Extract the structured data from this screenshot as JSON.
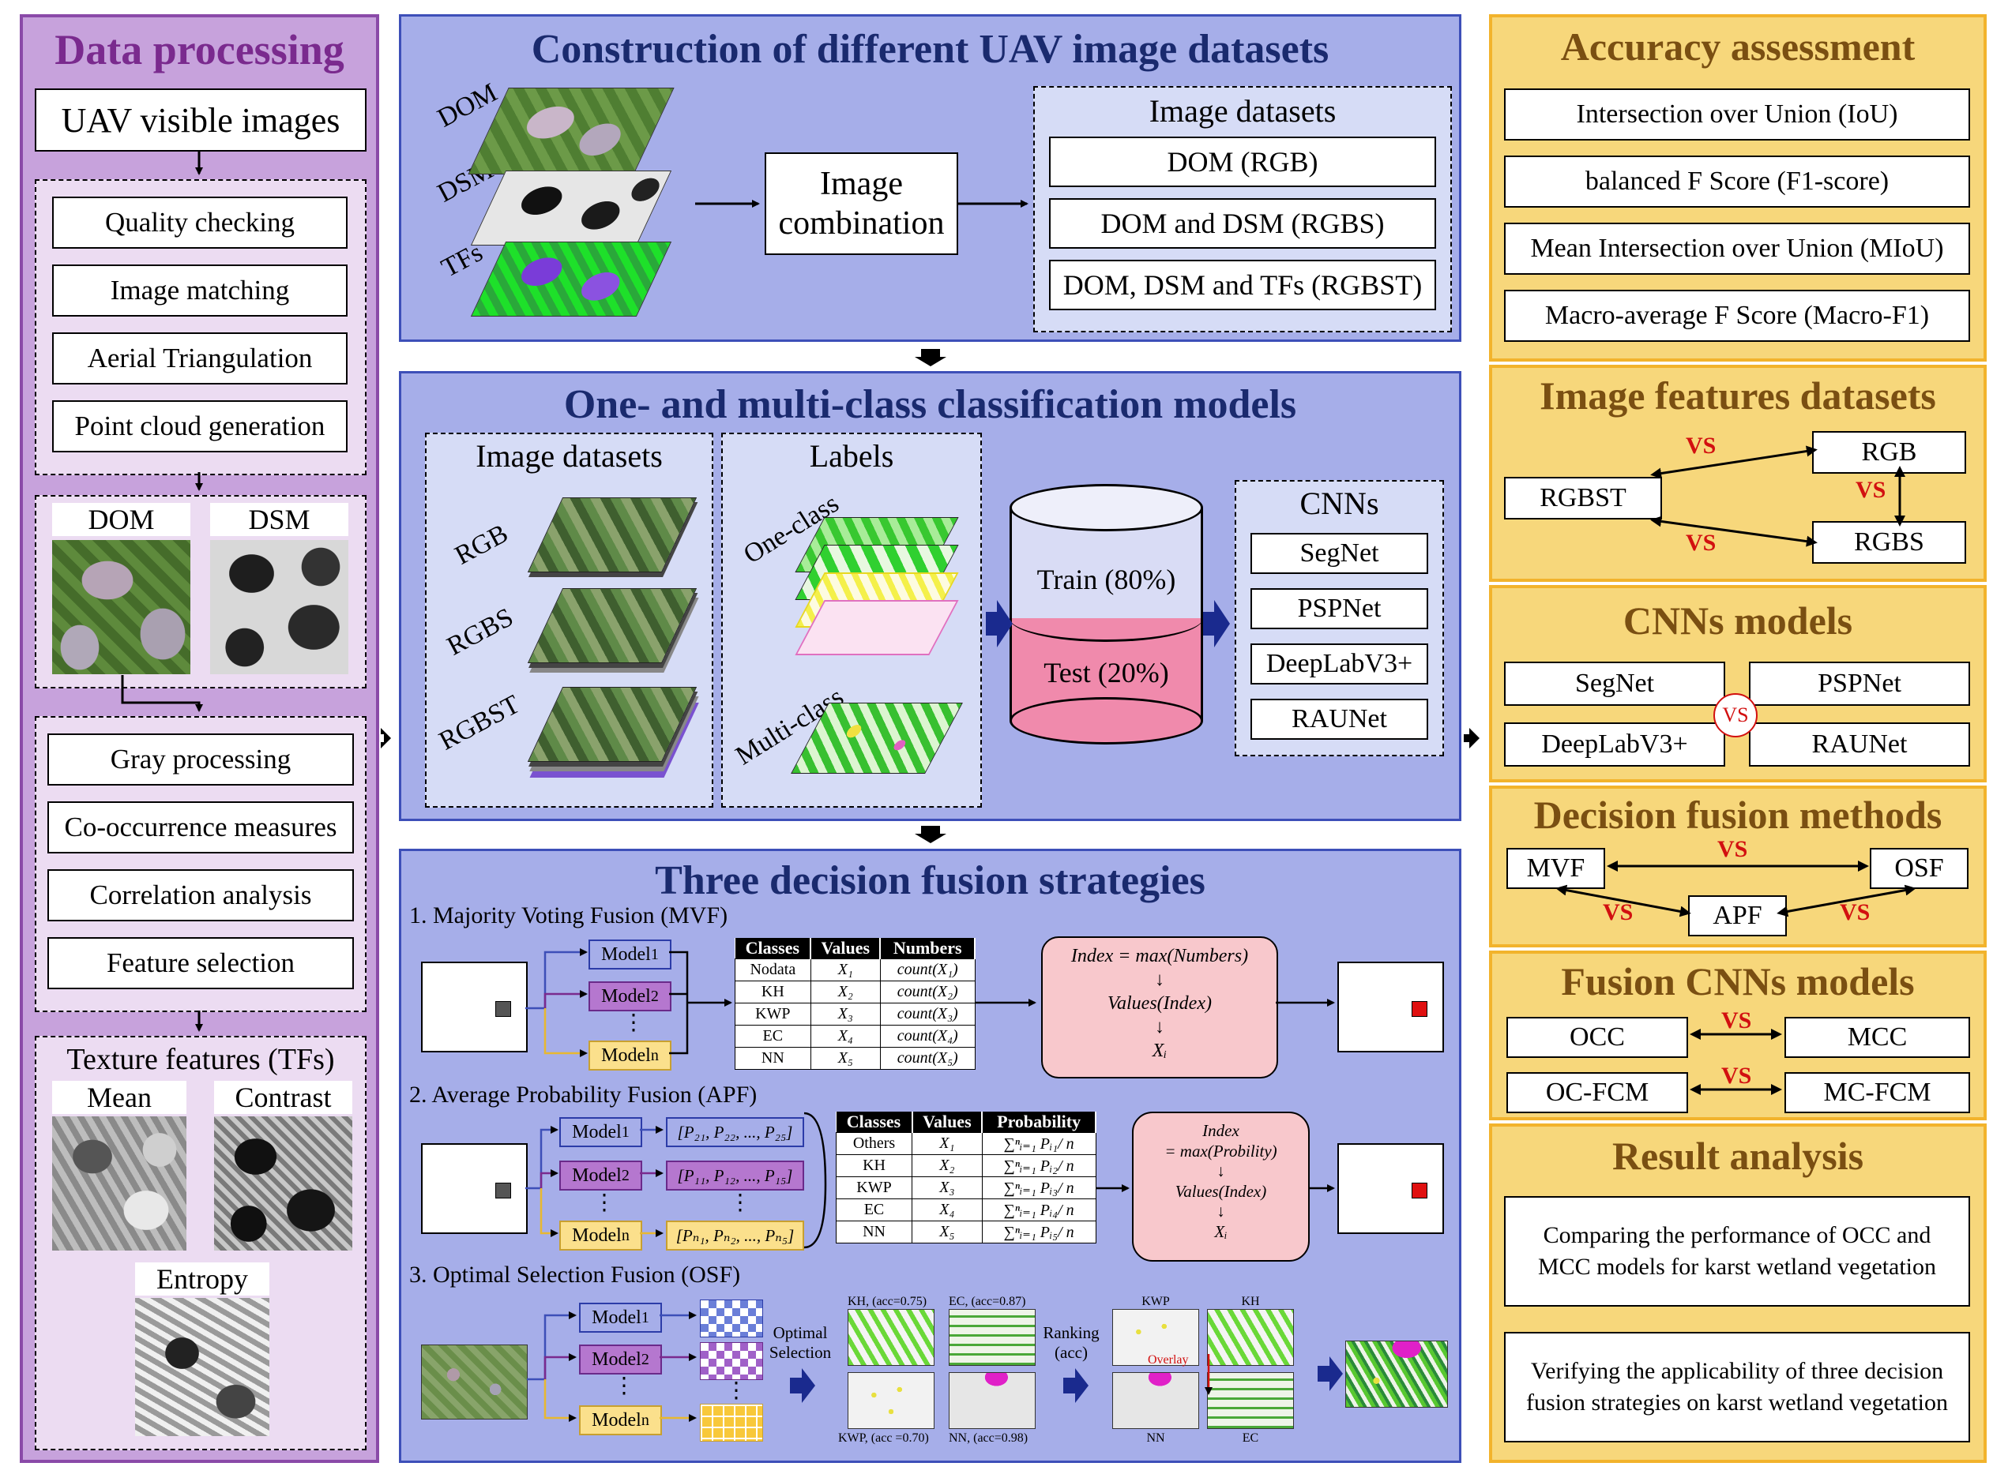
{
  "left": {
    "title": "Data processing",
    "uav": "UAV visible images",
    "steps": [
      "Quality checking",
      "Image matching",
      "Aerial Triangulation",
      "Point cloud generation"
    ],
    "dom": "DOM",
    "dsm": "DSM",
    "steps2": [
      "Gray processing",
      "Co-occurrence measures",
      "Correlation analysis",
      "Feature selection"
    ],
    "tf_title": "Texture features (TFs)",
    "tf_mean": "Mean",
    "tf_contrast": "Contrast",
    "tf_entropy": "Entropy"
  },
  "construct": {
    "title": "Construction of different UAV image datasets",
    "layers": [
      "DOM",
      "DSM",
      "TFs"
    ],
    "combo": "Image combination",
    "ds_title": "Image datasets",
    "ds": [
      "DOM (RGB)",
      "DOM and DSM (RGBS)",
      "DOM, DSM and TFs (RGBST)"
    ]
  },
  "models": {
    "title": "One- and multi-class classification models",
    "imgds_title": "Image datasets",
    "imgds": [
      "RGB",
      "RGBS",
      "RGBST"
    ],
    "labels_title": "Labels",
    "one_class": "One-class",
    "multi_class": "Multi-class",
    "train": "Train (80%)",
    "test": "Test (20%)",
    "cnn_title": "CNNs",
    "cnns": [
      "SegNet",
      "PSPNet",
      "DeepLabV3+",
      "RAUNet"
    ]
  },
  "fusion": {
    "title": "Three decision fusion strategies",
    "mvf_title": "1. Majority Voting Fusion (MVF)",
    "apf_title": "2. Average Probability Fusion (APF)",
    "osf_title": "3. Optimal Selection Fusion (OSF)",
    "model1": "Model",
    "sub1": "1",
    "sub2": "2",
    "subn": "n",
    "dots": "⋮",
    "mvf_headers": [
      "Classes",
      "Values",
      "Numbers"
    ],
    "mvf_rows": [
      [
        "Nodata",
        "X₁",
        "count(X₁)"
      ],
      [
        "KH",
        "X₂",
        "count(X₂)"
      ],
      [
        "KWP",
        "X₃",
        "count(X₃)"
      ],
      [
        "EC",
        "X₄",
        "count(X₄)"
      ],
      [
        "NN",
        "X₅",
        "count(X₅)"
      ]
    ],
    "mvf_formula": [
      "Index = max(Numbers)",
      "↓",
      "Values(Index)",
      "↓",
      "Xᵢ"
    ],
    "apf_probs": [
      "[P₂₁, P₂₂, ..., P₂₅]",
      "[P₁₁, P₁₂, ..., P₁₅]",
      "[Pₙ₁, Pₙ₂, ..., Pₙ₅]"
    ],
    "apf_headers": [
      "Classes",
      "Values",
      "Probability"
    ],
    "apf_rows": [
      [
        "Others",
        "X₁",
        "∑ⁿᵢ₌₁ Pᵢ₁/ n"
      ],
      [
        "KH",
        "X₂",
        "∑ⁿᵢ₌₁ Pᵢ₂/ n"
      ],
      [
        "KWP",
        "X₃",
        "∑ⁿᵢ₌₁ Pᵢ₃/ n"
      ],
      [
        "EC",
        "X₄",
        "∑ⁿᵢ₌₁ Pᵢ₄/ n"
      ],
      [
        "NN",
        "X₅",
        "∑ⁿᵢ₌₁ Pᵢ₅/ n"
      ]
    ],
    "apf_formula": [
      "Index",
      "= max(Probility)",
      "↓",
      "Values(Index)",
      "↓",
      "Xᵢ"
    ],
    "osf_optimal": "Optimal Selection",
    "osf_ranking": "Ranking (acc)",
    "osf_kh": "KH, (acc=0.75)",
    "osf_ec": "EC, (acc=0.87)",
    "osf_kwp": "KWP, (acc =0.70)",
    "osf_nn": "NN, (acc=0.98)",
    "osf_r_kwp": "KWP",
    "osf_r_kh": "KH",
    "osf_r_nn": "NN",
    "osf_r_ec": "EC",
    "overlay": "Overlay"
  },
  "right": {
    "acc_title": "Accuracy assessment",
    "acc": [
      "Intersection over Union (IoU)",
      "balanced F Score (F1-score)",
      "Mean Intersection over Union (MIoU)",
      "Macro-average F Score (Macro-F1)"
    ],
    "feat_title": "Image features datasets",
    "rgbst": "RGBST",
    "rgb": "RGB",
    "rgbs": "RGBS",
    "vs": "VS",
    "cnn_title": "CNNs models",
    "cnns": [
      "SegNet",
      "PSPNet",
      "DeepLabV3+",
      "RAUNet"
    ],
    "df_title": "Decision fusion methods",
    "mvf": "MVF",
    "osf": "OSF",
    "apf": "APF",
    "fcnn_title": "Fusion CNNs models",
    "occ": "OCC",
    "mcc": "MCC",
    "ocfcm": "OC-FCM",
    "mcfcm": "MC-FCM",
    "res_title": "Result analysis",
    "res1": "Comparing the performance of OCC and MCC models for karst wetland vegetation",
    "res2": "Verifying the applicability of three decision fusion strategies on karst wetland vegetation"
  },
  "colors": {
    "purple_bg": "#c7a2dc",
    "purple_title": "#7a2a8e",
    "blue_bg": "#a6aee9",
    "navy_title": "#1a2a6e",
    "gold_bg": "#f7d77b",
    "gold_border": "#f2b32c",
    "brown_title": "#7a4f12",
    "vs_red": "#d21010"
  }
}
